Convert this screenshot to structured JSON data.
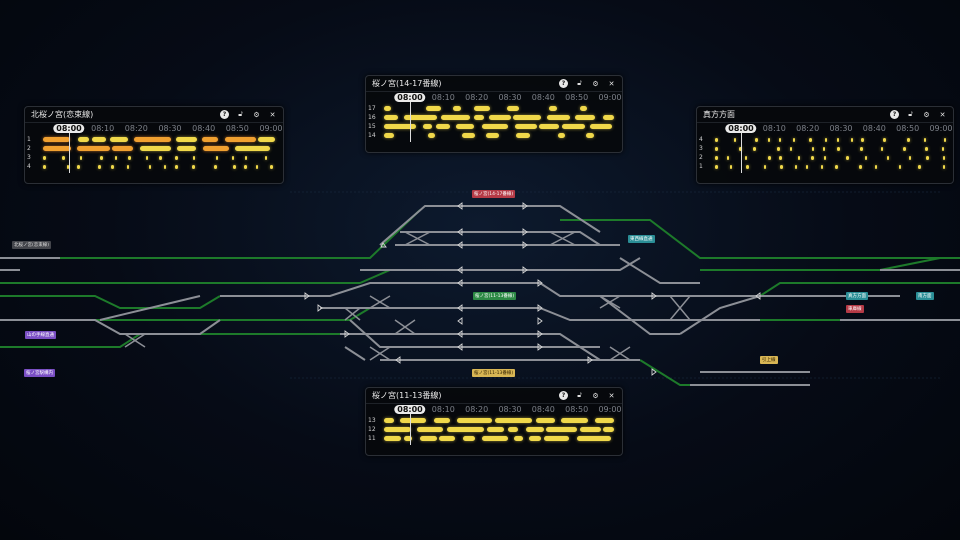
{
  "timeline_panels": [
    {
      "id": "kita",
      "title": "北桜ノ宮(恋束線)",
      "times": [
        "08:00",
        "08:10",
        "08:20",
        "08:30",
        "08:40",
        "08:50",
        "09:00"
      ],
      "current_time": "08:00",
      "tracks": [
        {
          "label": "1",
          "pattern": "dense-orange"
        },
        {
          "label": "2",
          "pattern": "dense-orange"
        },
        {
          "label": "3",
          "pattern": "dots"
        },
        {
          "label": "4",
          "pattern": "dots"
        }
      ]
    },
    {
      "id": "sakura1417",
      "title": "桜ノ宮(14-17番線)",
      "times": [
        "08:00",
        "08:10",
        "08:20",
        "08:30",
        "08:40",
        "08:50",
        "09:00"
      ],
      "current_time": "08:00",
      "tracks": [
        {
          "label": "17",
          "pattern": "sparse"
        },
        {
          "label": "16",
          "pattern": "dense"
        },
        {
          "label": "15",
          "pattern": "dense"
        },
        {
          "label": "14",
          "pattern": "sparse"
        }
      ]
    },
    {
      "id": "shin",
      "title": "真方方面",
      "times": [
        "08:00",
        "08:10",
        "08:20",
        "08:30",
        "08:40",
        "08:50",
        "09:00"
      ],
      "current_time": "08:00",
      "tracks": [
        {
          "label": "4",
          "pattern": "dots"
        },
        {
          "label": "3",
          "pattern": "dots"
        },
        {
          "label": "2",
          "pattern": "dots"
        },
        {
          "label": "1",
          "pattern": "dots"
        }
      ]
    },
    {
      "id": "sakura1113",
      "title": "桜ノ宮(11-13番線)",
      "times": [
        "08:00",
        "08:10",
        "08:20",
        "08:30",
        "08:40",
        "08:50",
        "09:00"
      ],
      "current_time": "08:00",
      "tracks": [
        {
          "label": "13",
          "pattern": "dense"
        },
        {
          "label": "12",
          "pattern": "dense"
        },
        {
          "label": "11",
          "pattern": "dense"
        }
      ]
    }
  ],
  "panel_tools": [
    "help-icon",
    "unlock-icon",
    "gear-icon",
    "close-icon"
  ],
  "colors": {
    "block_yellow": "#f0d84a",
    "block_orange": "#f0a030",
    "track_gray": "#8c8f96",
    "track_green": "#1d7a2a",
    "background": "#060b16"
  },
  "network_labels": [
    {
      "id": "l1",
      "text": "桜ノ宮(14-17番線)",
      "style": "red"
    },
    {
      "id": "l2",
      "text": "北桜ノ宮(恋束線)",
      "style": "gray"
    },
    {
      "id": "l3",
      "text": "東西線直通",
      "style": "teal"
    },
    {
      "id": "l4",
      "text": "桜ノ宮(11-13番線)",
      "style": "green"
    },
    {
      "id": "l5",
      "text": "山の手線直通",
      "style": "purple"
    },
    {
      "id": "l6",
      "text": "桜ノ宮駅構内",
      "style": "purple"
    },
    {
      "id": "l7",
      "text": "真方方面",
      "style": "teal"
    },
    {
      "id": "l8",
      "text": "南方面",
      "style": "teal"
    },
    {
      "id": "l9",
      "text": "車庫線",
      "style": "red"
    },
    {
      "id": "l10",
      "text": "引上線",
      "style": "gold"
    },
    {
      "id": "l11",
      "text": "桜ノ宮(11-13番線)",
      "style": "gold"
    }
  ]
}
